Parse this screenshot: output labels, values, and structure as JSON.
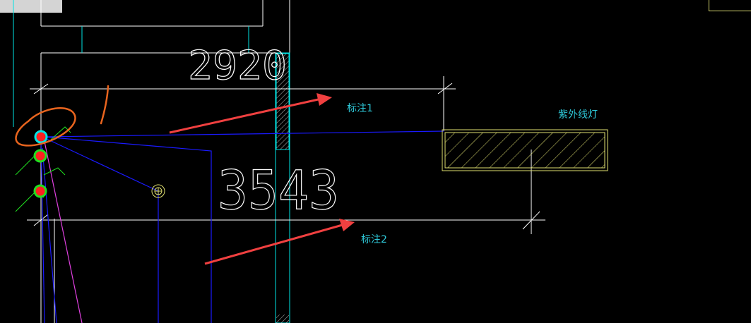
{
  "drawing": {
    "dim_top_value": "2920",
    "dim_main_value": "3543",
    "annotation_1": "标注1",
    "annotation_2": "标注2",
    "fixture_label": "紫外线灯",
    "hatch_pattern": "diagonal-hatch"
  },
  "colors": {
    "background": "#000000",
    "geometry_white": "#ffffff",
    "geometry_cyan": "#00e5e5",
    "wiring_blue": "#1a1aff",
    "wiring_magenta": "#e040e0",
    "fixture_yellow": "#e0e070",
    "label_text": "#2ec8d8",
    "arrow_red": "#f04040",
    "markup_orange": "#e8641e",
    "node_red": "#ff2020",
    "node_green": "#20e020"
  }
}
